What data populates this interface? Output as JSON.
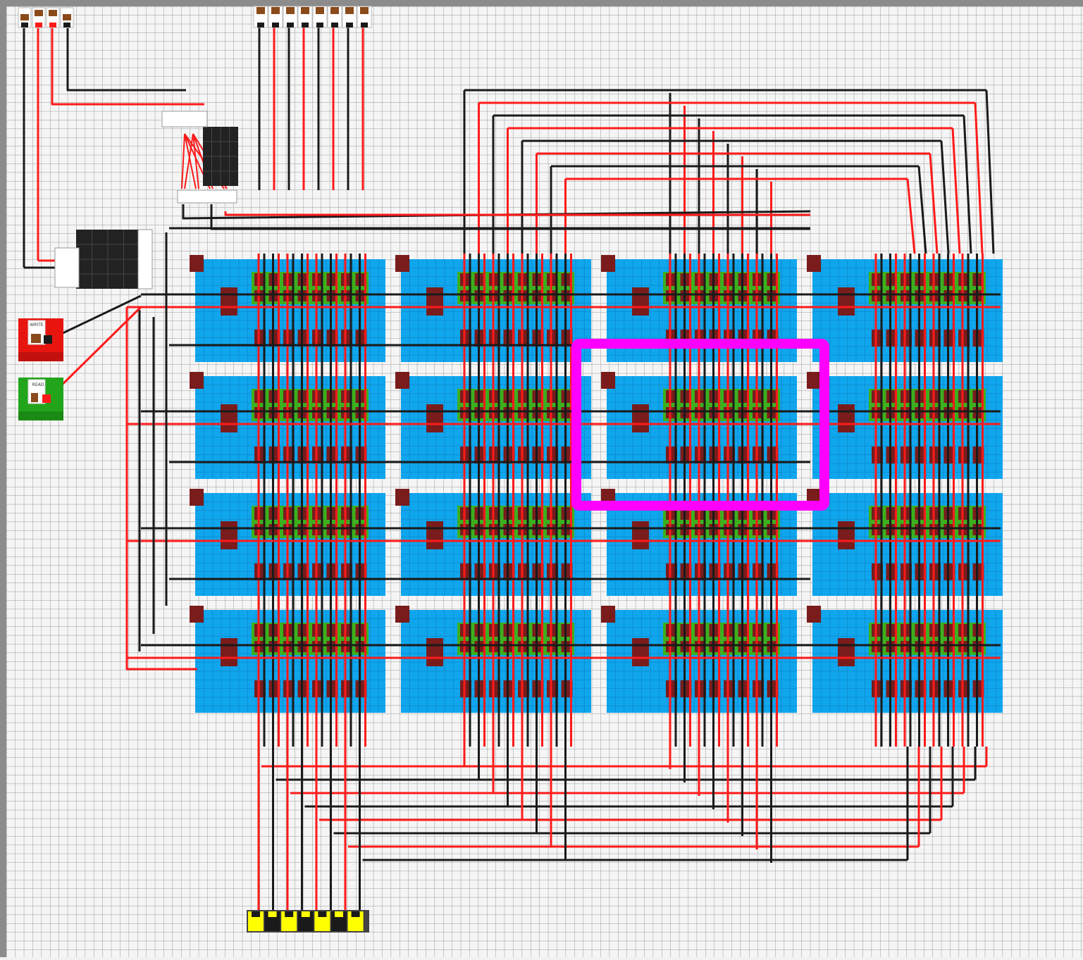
{
  "scene": {
    "description_free": true,
    "colors": {
      "background": "#f2f2f2",
      "grid_line": "#9a9a9a",
      "border": "#8c8c8c",
      "memory_block": "#10a6ee",
      "cell_strip": "#3cb01e",
      "gate": "#7a1c1c",
      "wire_on": "#ff1a1a",
      "wire_off": "#1a1a1a",
      "highlight": "#ff00ff",
      "write_button": "#e8150f",
      "read_button": "#22a51b",
      "output_lit": "#ffff00",
      "output_dark": "#1a1a1a"
    },
    "memory": {
      "block_columns": 4,
      "block_rows": 4,
      "bits_per_block": 8,
      "highlighted_block": {
        "row": 1,
        "col": 2
      }
    },
    "address_switch_count": 4,
    "address_switch_states": [
      false,
      true,
      true,
      false
    ],
    "data_switch_count": 8,
    "output_bits": [
      true,
      false,
      true,
      false,
      true,
      false,
      true,
      false
    ]
  },
  "labels": {
    "write_button": "WRITE",
    "read_button": "READ"
  }
}
